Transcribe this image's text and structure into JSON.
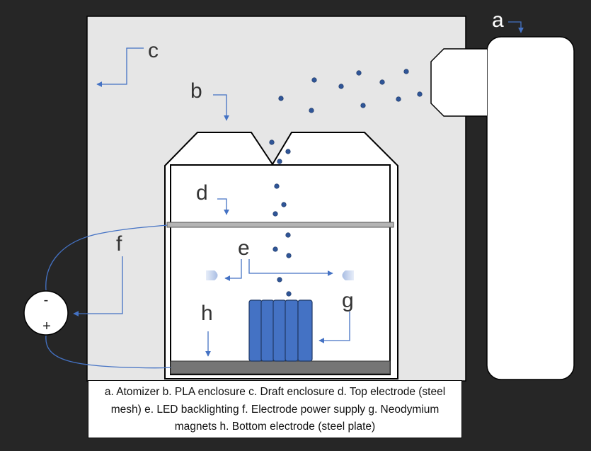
{
  "labels": {
    "a": "a",
    "b": "b",
    "c": "c",
    "d": "d",
    "e": "e",
    "f": "f",
    "g": "g",
    "h": "h",
    "minus": "-",
    "plus": "+"
  },
  "caption": "a.  Atomizer b. PLA enclosure c. Draft enclosure d. Top electrode (steel mesh) e. LED backlighting f. Electrode power supply g. Neodymium magnets h. Bottom electrode (steel plate)",
  "colors": {
    "background": "#262626",
    "draft_enclosure": "#e6e6e6",
    "particles": "#2f5597",
    "arrows": "#4472c4",
    "magnets": "#4472c4",
    "bottom_plate": "#757575",
    "top_mesh": "#b4b4b4",
    "led": "#c9d6ee"
  },
  "icons": [
    "led-lamp-icon",
    "led-lamp-icon"
  ]
}
